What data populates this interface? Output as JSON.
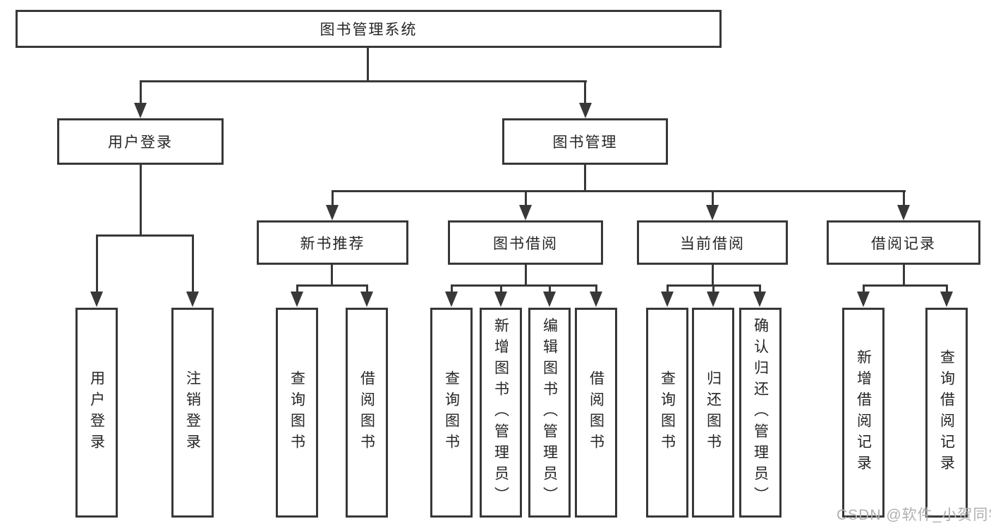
{
  "diagram": {
    "root": {
      "label": "图书管理系统",
      "children": [
        {
          "label": "用户登录",
          "children": [
            {
              "label": "用户登录"
            },
            {
              "label": "注销登录"
            }
          ]
        },
        {
          "label": "图书管理",
          "children": [
            {
              "label": "新书推荐",
              "children": [
                {
                  "label": "查询图书"
                },
                {
                  "label": "借阅图书"
                }
              ]
            },
            {
              "label": "图书借阅",
              "children": [
                {
                  "label": "查询图书"
                },
                {
                  "label": "新增图书（管理员）"
                },
                {
                  "label": "编辑图书（管理员）"
                },
                {
                  "label": "借阅图书"
                }
              ]
            },
            {
              "label": "当前借阅",
              "children": [
                {
                  "label": "查询图书"
                },
                {
                  "label": "归还图书"
                },
                {
                  "label": "确认归还（管理员）"
                }
              ]
            },
            {
              "label": "借阅记录",
              "children": [
                {
                  "label": "新增借阅记录"
                },
                {
                  "label": "查询借阅记录"
                }
              ]
            }
          ]
        }
      ]
    }
  },
  "watermark": {
    "text": "CSDN @软件_小贺同学"
  },
  "colors": {
    "line": "#383838",
    "box_border": "#383838",
    "text": "#262626",
    "watermark": "#b0b0b0",
    "background": "#ffffff"
  }
}
